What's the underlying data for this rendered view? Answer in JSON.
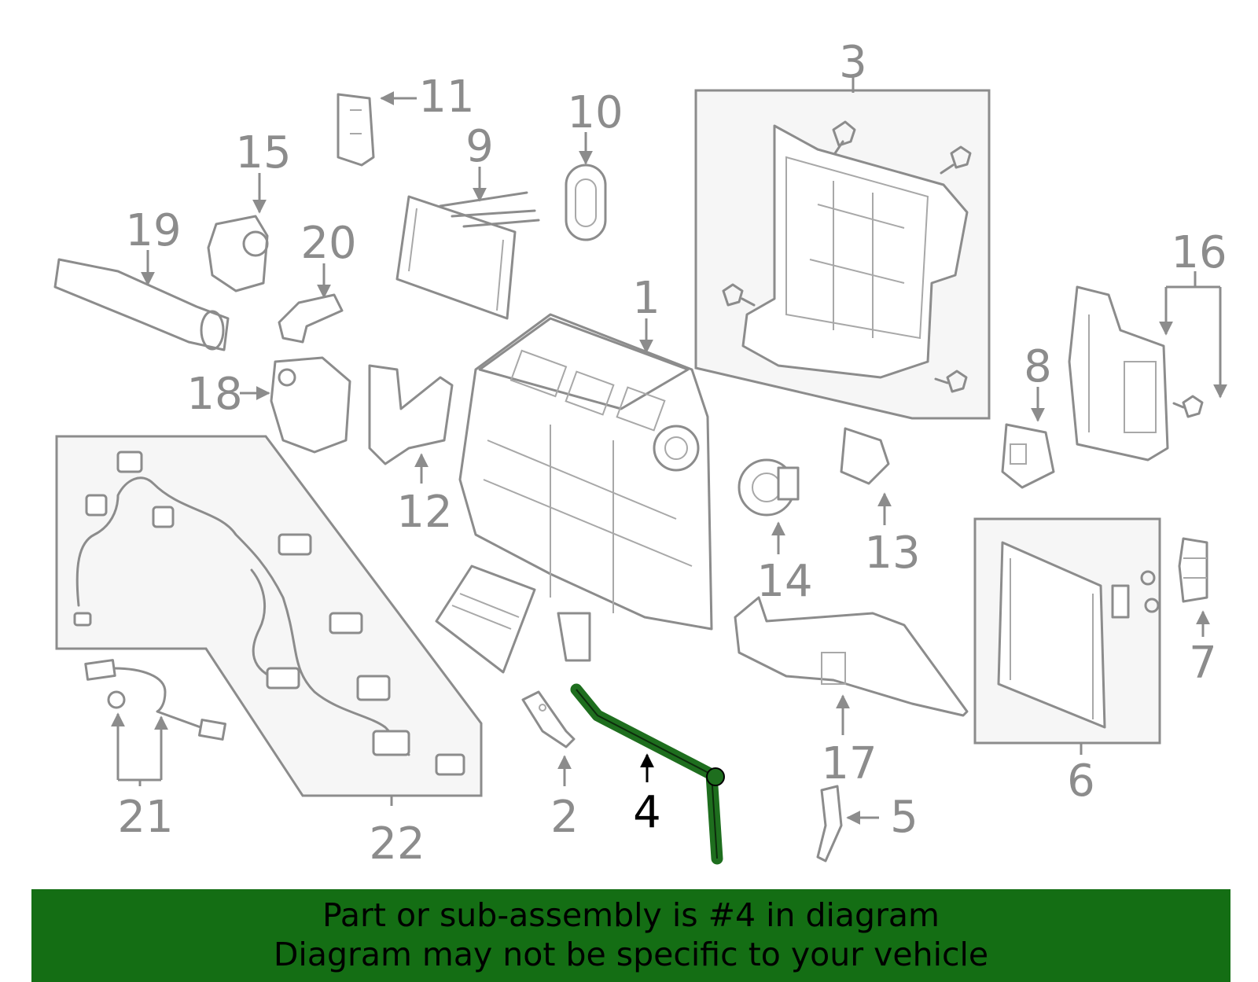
{
  "diagram": {
    "highlighted_part": "4",
    "highlight_color": "#1e6e1e",
    "line_color": "#8c8c8c",
    "callouts": {
      "c1": "1",
      "c2": "2",
      "c3": "3",
      "c4": "4",
      "c5": "5",
      "c6": "6",
      "c7": "7",
      "c8": "8",
      "c9": "9",
      "c10": "10",
      "c11": "11",
      "c12": "12",
      "c13": "13",
      "c14": "14",
      "c15": "15",
      "c16": "16",
      "c17": "17",
      "c18": "18",
      "c19": "19",
      "c20": "20",
      "c21": "21",
      "c22": "22"
    }
  },
  "banner": {
    "line1": "Part or sub-assembly is #4 in diagram",
    "line2": "Diagram may not be specific to your vehicle",
    "background": "#146e14"
  }
}
